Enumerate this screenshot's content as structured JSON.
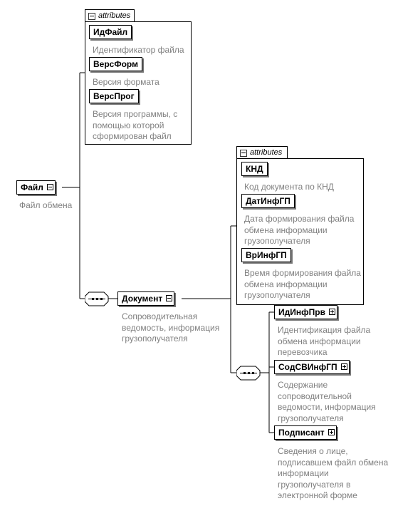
{
  "root": {
    "name": "Файл",
    "desc": "Файл обмена"
  },
  "root_attributes": {
    "header": "attributes",
    "items": [
      {
        "name": "ИдФайл",
        "desc": "Идентификатор файла"
      },
      {
        "name": "ВерсФорм",
        "desc": "Версия формата"
      },
      {
        "name": "ВерсПрог",
        "desc": "Версия программы, с помощью которой сформирован файл"
      }
    ]
  },
  "document": {
    "name": "Документ",
    "desc": "Сопроводительная ведомость, информация грузополучателя"
  },
  "document_attributes": {
    "header": "attributes",
    "items": [
      {
        "name": "КНД",
        "desc": "Код документа по КНД"
      },
      {
        "name": "ДатИнфГП",
        "desc": "Дата формирования файла обмена информации грузополучателя"
      },
      {
        "name": "ВрИнфГП",
        "desc": "Время формирования файла обмена информации грузополучателя"
      }
    ]
  },
  "children": [
    {
      "name": "ИдИнфПрв",
      "desc": "Идентификация файла обмена информации перевозчика"
    },
    {
      "name": "СодСВИнфГП",
      "desc": "Содержание сопроводительной ведомости, информация грузополучателя"
    },
    {
      "name": "Подписант",
      "desc": "Сведения о лице, подписавшем файл обмена информации грузополучателя в электронной форме"
    }
  ],
  "colors": {
    "line": "#000000",
    "desc": "#808080",
    "shadow": "#777777"
  }
}
